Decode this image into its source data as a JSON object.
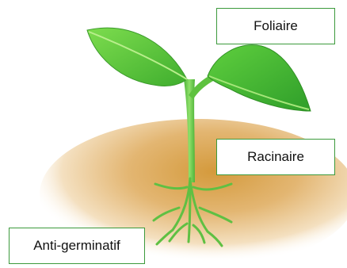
{
  "labels": {
    "foliaire": "Foliaire",
    "racinaire": "Racinaire",
    "anti_germinatif": "Anti-germinatif"
  },
  "colors": {
    "leaf": "#56c23a",
    "leaf_light": "#9ee36a",
    "stem": "#5fc043",
    "soil": "#d9a24a",
    "box_border": "#3c9a3c"
  }
}
